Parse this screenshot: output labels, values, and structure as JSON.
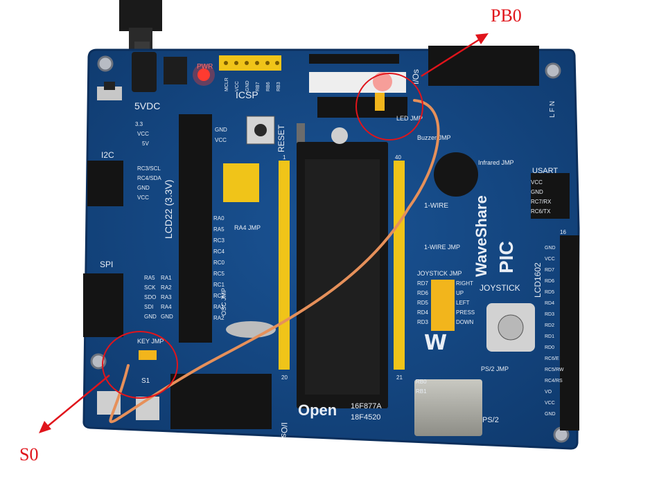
{
  "annotations": {
    "top_right": "PB0",
    "bottom_left": "S0"
  },
  "board": {
    "brand": "WaveShare",
    "product": "PIC",
    "brand_open": "Open",
    "chip_line1": "16F877A",
    "chip_line2": "18F4520",
    "labels": {
      "pwr": "PWR",
      "icsp": "ICSP",
      "icsp_pins": [
        "MCLR",
        "VCC",
        "GND",
        "RB7",
        "RB6",
        "RB3"
      ],
      "five_vdc": "5VDC",
      "v33": "3.3",
      "vcc": "VCC",
      "v5": "5V",
      "gnd": "GND",
      "reset": "RESET",
      "lcd22": "LCD22 (3.3V)",
      "i2c": "I2C",
      "i2c_pins": [
        "RC3/SCL",
        "RC4/SDA",
        "GND",
        "VCC"
      ],
      "spi": "SPI",
      "spi_pins": [
        "RA5",
        "SCK",
        "SDO",
        "SDI",
        "GND"
      ],
      "spi_pins2": [
        "RA1",
        "RA2",
        "RA3",
        "RA4",
        "GND"
      ],
      "key_jmp": "KEY JMP",
      "s1": "S1",
      "ra4_jmp": "RA4 JMP",
      "osc_jmp": "OSC JMP",
      "pin_labels_left": [
        "RA0",
        "RA5",
        "RC3",
        "RC4",
        "RC0",
        "RC5",
        "RC1",
        "RC2",
        "RA1",
        "RA2"
      ],
      "led_jmp": "LED JMP",
      "io_label": "I/Os",
      "buzzer_jmp": "Buzzer JMP",
      "infrared_jmp": "Infrared JMP",
      "usart": "USART",
      "usart_pins": [
        "VCC",
        "GND",
        "RC7/RX",
        "RC6/TX"
      ],
      "one_wire": "1-WIRE",
      "one_wire_jmp": "1-WIRE JMP",
      "joystick_jmp": "JOYSTICK JMP",
      "joystick": "JOYSTICK",
      "joy_pins": [
        "RD7",
        "RD6",
        "RD5",
        "RD4",
        "RD3"
      ],
      "joy_funcs": [
        "RIGHT",
        "UP",
        "LEFT",
        "PRESS",
        "DOWN"
      ],
      "lcd1602": "LCD1602",
      "lcd1602_pins": [
        "GND",
        "VCC",
        "RD7",
        "RD6",
        "RD5",
        "RD4",
        "RD3",
        "RD2",
        "RD1",
        "RD0",
        "RC6/E",
        "RC5/RW",
        "RC4/RS",
        "VO",
        "VCC",
        "GND"
      ],
      "ps2_jmp": "PS/2 JMP",
      "ps2": "PS/2",
      "io_bottom": "I/Os",
      "rb0": "RB0",
      "rb1": "RB1",
      "lfn": "L F N",
      "pin16": "16",
      "pin20": "20",
      "pin21": "21",
      "pin40": "40",
      "pin1": "1"
    }
  },
  "colors": {
    "pcb": "#14457f",
    "pcb_edge": "#0c2f5c",
    "silk": "#e9eef5",
    "header": "#141414",
    "wire": "#e6905a",
    "arrow": "#e0141b",
    "jumper": "#f2b51c",
    "yellow_header": "#f0c419"
  }
}
